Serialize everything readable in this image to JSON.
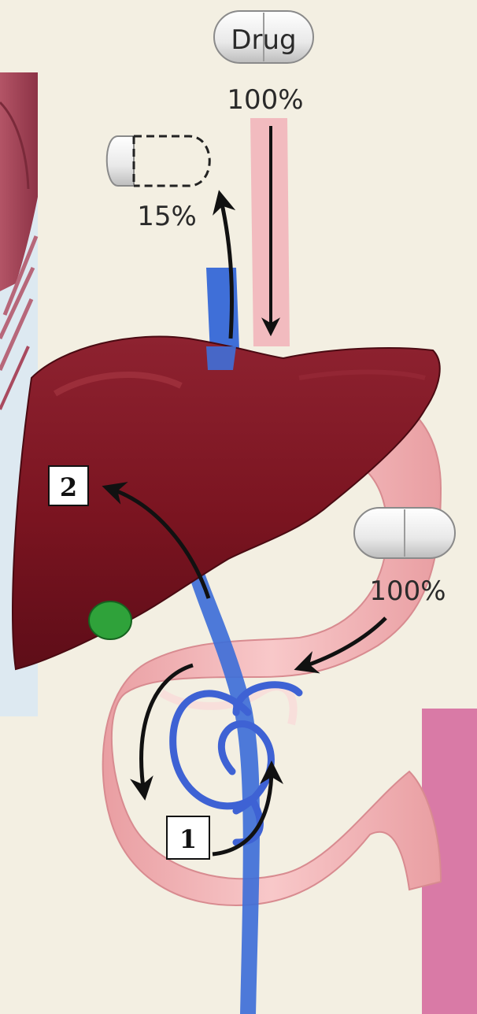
{
  "diagram": {
    "drug_pill_label": "Drug",
    "drug_percent": "100%",
    "systemic_percent": "15%",
    "oral_pill_percent": "100%",
    "step_1_label": "1",
    "step_2_label": "2"
  },
  "colors": {
    "background": "#f3efe2",
    "liver": "#7a1420",
    "intestine": "#f2b3b5",
    "portal_vein": "#3f6fd8",
    "gallbladder": "#2fa23a",
    "artery": "#f1b2b8",
    "pink_band": "#d97aa6",
    "heart_panel": "#a94a5f"
  },
  "icons": {
    "iv_pill": "capsule-icon",
    "ghost_pill": "dashed-capsule-icon",
    "oral_pill": "tablet-icon"
  }
}
